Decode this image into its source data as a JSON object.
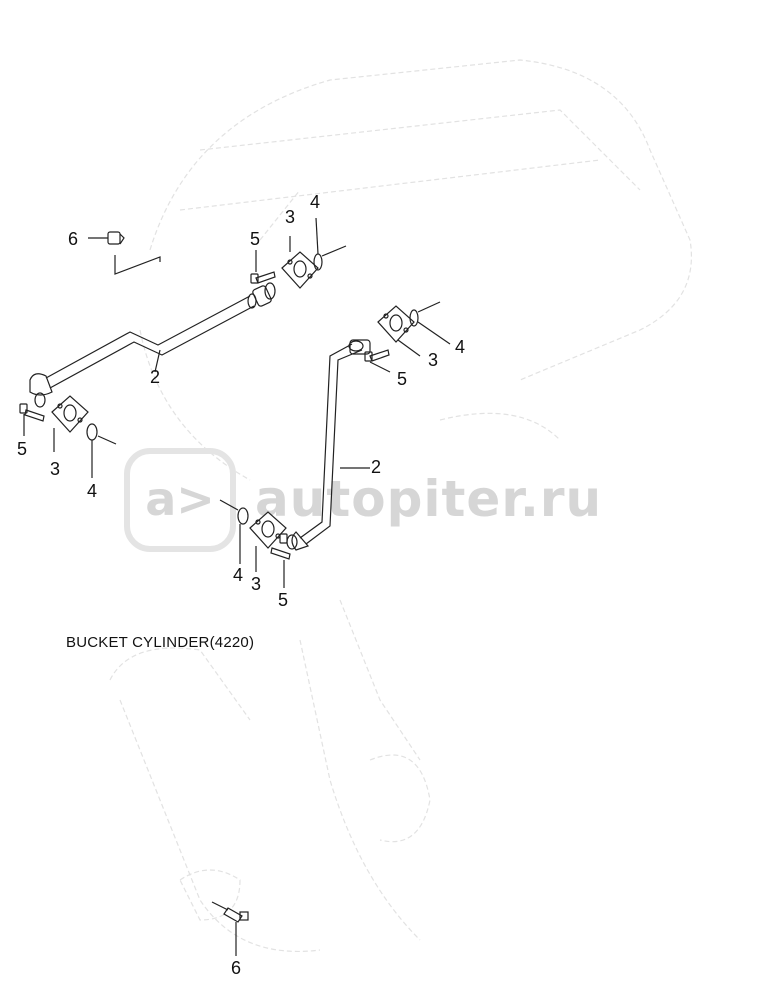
{
  "diagram": {
    "caption": "BUCKET CYLINDER(4220)",
    "watermark_text": "autopiter.ru",
    "watermark_badge": "a>",
    "callouts": {
      "c6_top": "6",
      "c5_top": "5",
      "c3_top": "3",
      "c4_top": "4",
      "c2_left": "2",
      "c4_right": "4",
      "c3_right": "3",
      "c5_right": "5",
      "c5_left": "5",
      "c3_left": "3",
      "c4_left": "4",
      "c2_right": "2",
      "c4_bottom": "4",
      "c3_bottom": "3",
      "c5_bottom": "5",
      "c6_bottom": "6"
    }
  }
}
